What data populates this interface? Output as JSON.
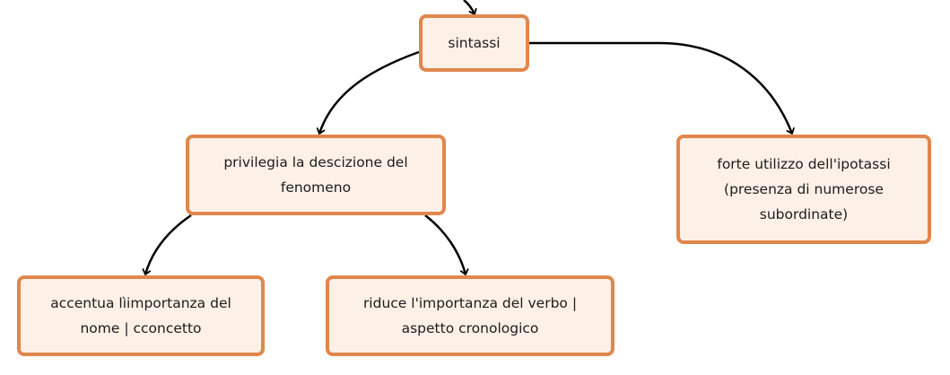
{
  "diagram": {
    "nodes": [
      {
        "id": "sintassi",
        "label": "sintassi"
      },
      {
        "id": "privilegia",
        "label": "privilegia la descizione del\nfenomeno"
      },
      {
        "id": "forte",
        "label": "forte utilizzo dell'ipotassi\n(presenza di numerose\nsubordinate)"
      },
      {
        "id": "accentua",
        "label": "accentua lìimportanza del\nnome | cconcetto"
      },
      {
        "id": "riduce",
        "label": "riduce l'importanza del verbo |\naspetto cronologico"
      }
    ],
    "edges": [
      {
        "from": "sintassi",
        "to": "privilegia"
      },
      {
        "from": "sintassi",
        "to": "forte"
      },
      {
        "from": "privilegia",
        "to": "accentua"
      },
      {
        "from": "privilegia",
        "to": "riduce"
      }
    ],
    "colors": {
      "node_fill": "#fdf0e6",
      "node_border": "#e0874d",
      "connector": "#000000"
    }
  }
}
